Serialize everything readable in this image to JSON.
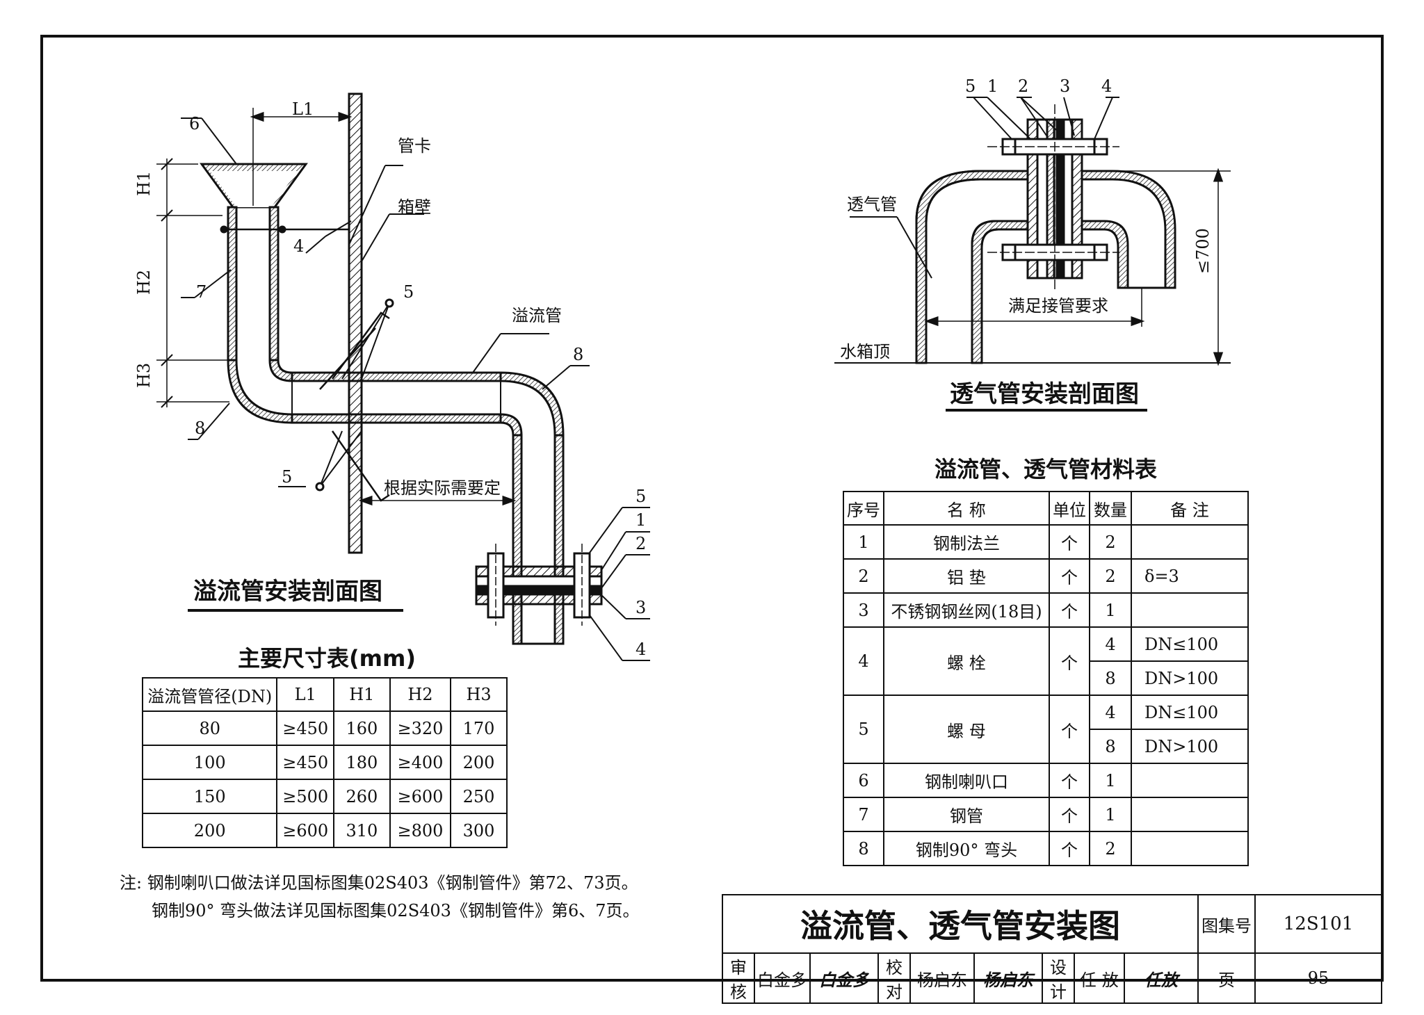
{
  "overflow_section": {
    "title": "溢流管安装剖面图",
    "labels": {
      "pipe_clamp": "管卡",
      "tank_wall": "箱壁",
      "overflow_pipe": "溢流管",
      "by_need": "根据实际需要定",
      "l1": "L1",
      "h1": "H1",
      "h2": "H2",
      "h3": "H3",
      "n1": "1",
      "n2": "2",
      "n3": "3",
      "n4": "4",
      "n5": "5",
      "n6": "6",
      "n7": "7",
      "n8": "8"
    }
  },
  "vent_section": {
    "title": "透气管安装剖面图",
    "labels": {
      "vent_pipe": "透气管",
      "tank_top": "水箱顶",
      "meet_req": "满足接管要求",
      "le700": "≤700",
      "n5": "5",
      "n1": "1",
      "n2": "2",
      "n3": "3",
      "n4": "4"
    }
  },
  "dim_table": {
    "title": "主要尺寸表(mm)",
    "headers": [
      "溢流管管径(DN)",
      "L1",
      "H1",
      "H2",
      "H3"
    ],
    "rows": [
      [
        "80",
        "≥450",
        "160",
        "≥320",
        "170"
      ],
      [
        "100",
        "≥450",
        "180",
        "≥400",
        "200"
      ],
      [
        "150",
        "≥500",
        "260",
        "≥600",
        "250"
      ],
      [
        "200",
        "≥600",
        "310",
        "≥800",
        "300"
      ]
    ]
  },
  "material_table": {
    "title": "溢流管、透气管材料表",
    "headers": [
      "序号",
      "名  称",
      "单位",
      "数量",
      "备  注"
    ],
    "rows": [
      {
        "no": "1",
        "name": "钢制法兰",
        "unit": "个",
        "qty": [
          "2"
        ],
        "note": [
          ""
        ]
      },
      {
        "no": "2",
        "name": "铝 垫",
        "unit": "个",
        "qty": [
          "2"
        ],
        "note": [
          "δ=3"
        ]
      },
      {
        "no": "3",
        "name": "不锈钢钢丝网(18目)",
        "unit": "个",
        "qty": [
          "1"
        ],
        "note": [
          ""
        ]
      },
      {
        "no": "4",
        "name": "螺 栓",
        "unit": "个",
        "qty": [
          "4",
          "8"
        ],
        "note": [
          "DN≤100",
          "DN>100"
        ]
      },
      {
        "no": "5",
        "name": "螺 母",
        "unit": "个",
        "qty": [
          "4",
          "8"
        ],
        "note": [
          "DN≤100",
          "DN>100"
        ]
      },
      {
        "no": "6",
        "name": "钢制喇叭口",
        "unit": "个",
        "qty": [
          "1"
        ],
        "note": [
          ""
        ]
      },
      {
        "no": "7",
        "name": "钢管",
        "unit": "个",
        "qty": [
          "1"
        ],
        "note": [
          ""
        ]
      },
      {
        "no": "8",
        "name": "钢制90° 弯头",
        "unit": "个",
        "qty": [
          "2"
        ],
        "note": [
          ""
        ]
      }
    ]
  },
  "notes": {
    "line1": "注: 钢制喇叭口做法详见国标图集02S403《钢制管件》第72、73页。",
    "line2": "钢制90° 弯头做法详见国标图集02S403《钢制管件》第6、7页。"
  },
  "title_block": {
    "drawing_title": "溢流管、透气管安装图",
    "atlas_label": "图集号",
    "atlas_no": "12S101",
    "review_label": "审核",
    "reviewer": "白金多",
    "check_label": "校对",
    "checker": "杨启东",
    "design_label": "设计",
    "designer": "任 放",
    "page_label": "页",
    "page_no": "95"
  }
}
